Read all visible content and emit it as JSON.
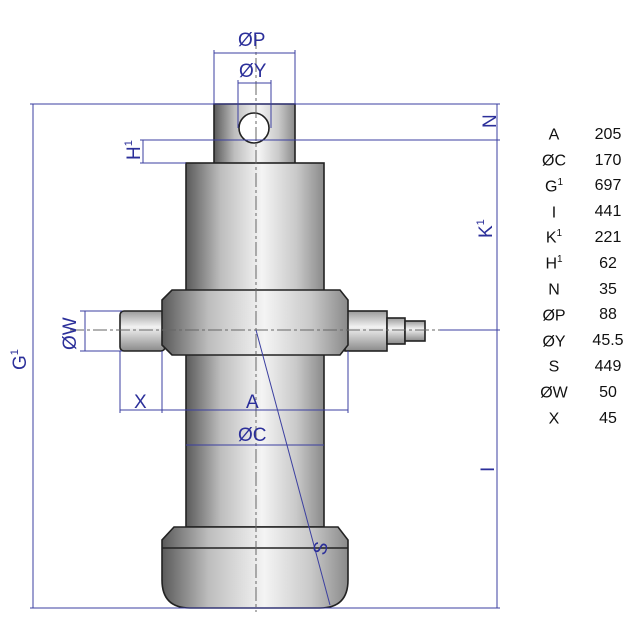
{
  "drawing": {
    "labels": {
      "P": "ØP",
      "Y": "ØY",
      "H1": "H",
      "H1_sup": "1",
      "N": "N",
      "K1": "K",
      "K1_sup": "1",
      "G1": "G",
      "G1_sup": "1",
      "W": "ØW",
      "X": "X",
      "A": "A",
      "C": "ØC",
      "I": "I",
      "S": "S"
    },
    "colors": {
      "dimension": "#3b3fa0",
      "outline": "#222222"
    }
  },
  "spec_table": [
    {
      "key": "A",
      "sup": "",
      "value": "205"
    },
    {
      "key": "ØC",
      "sup": "",
      "value": "170"
    },
    {
      "key": "G",
      "sup": "1",
      "value": "697"
    },
    {
      "key": "I",
      "sup": "",
      "value": "441"
    },
    {
      "key": "K",
      "sup": "1",
      "value": "221"
    },
    {
      "key": "H",
      "sup": "1",
      "value": "62"
    },
    {
      "key": "N",
      "sup": "",
      "value": "35"
    },
    {
      "key": "ØP",
      "sup": "",
      "value": "88"
    },
    {
      "key": "ØY",
      "sup": "",
      "value": "45.5"
    },
    {
      "key": "S",
      "sup": "",
      "value": "449"
    },
    {
      "key": "ØW",
      "sup": "",
      "value": "50"
    },
    {
      "key": "X",
      "sup": "",
      "value": "45"
    }
  ]
}
